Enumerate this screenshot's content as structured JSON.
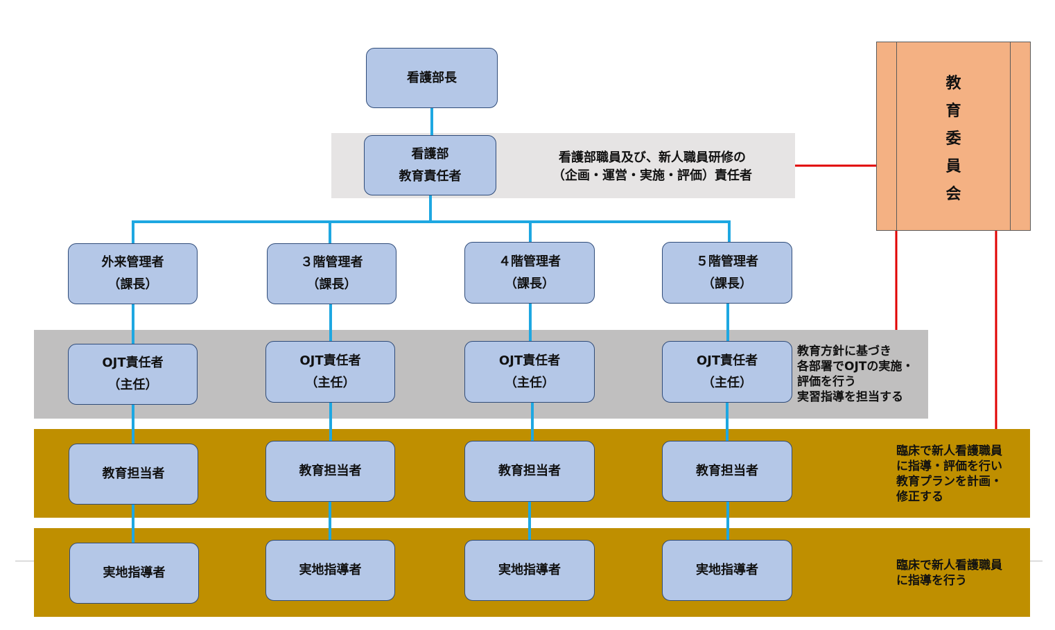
{
  "head": {
    "title": "看護部長"
  },
  "education_lead": {
    "lines": [
      "看護部",
      "教育責任者"
    ],
    "note_lines": [
      "看護部職員及び、新人職員研修の",
      "（企画・運営・実施・評価）責任者"
    ]
  },
  "committee": {
    "chars": [
      "教",
      "育",
      "委",
      "員",
      "会"
    ]
  },
  "departments": [
    {
      "manager": [
        "外来管理者",
        "（課長）"
      ],
      "ojt": [
        "OJT責任者",
        "（主任）"
      ],
      "educator": "教育担当者",
      "instructor": "実地指導者"
    },
    {
      "manager": [
        "３階管理者",
        "（課長）"
      ],
      "ojt": [
        "OJT責任者",
        "（主任）"
      ],
      "educator": "教育担当者",
      "instructor": "実地指導者"
    },
    {
      "manager": [
        "４階管理者",
        "（課長）"
      ],
      "ojt": [
        "OJT責任者",
        "（主任）"
      ],
      "educator": "教育担当者",
      "instructor": "実地指導者"
    },
    {
      "manager": [
        "５階管理者",
        "（課長）"
      ],
      "ojt": [
        "OJT責任者",
        "（主任）"
      ],
      "educator": "教育担当者",
      "instructor": "実地指導者"
    }
  ],
  "notes": {
    "ojt": [
      "教育方針に基づき",
      "各部署でOJTの実施・",
      "評価を行う",
      "実習指導を担当する"
    ],
    "educator": [
      "臨床で新人看護職員",
      "に指導・評価を行い",
      "教育プランを計画・",
      "修正する"
    ],
    "instructor": [
      "臨床で新人看護職員",
      "に指導を行う"
    ]
  },
  "colors": {
    "box_fill": "#b4c7e7",
    "box_border": "#2e4a78",
    "connector": "#1ea7e1",
    "committee_link": "#e00000",
    "committee_fill": "#f4b183",
    "band_light": "#e6e4e4",
    "band_gray": "#c0bfbf",
    "band_gold": "#bf8f00"
  }
}
